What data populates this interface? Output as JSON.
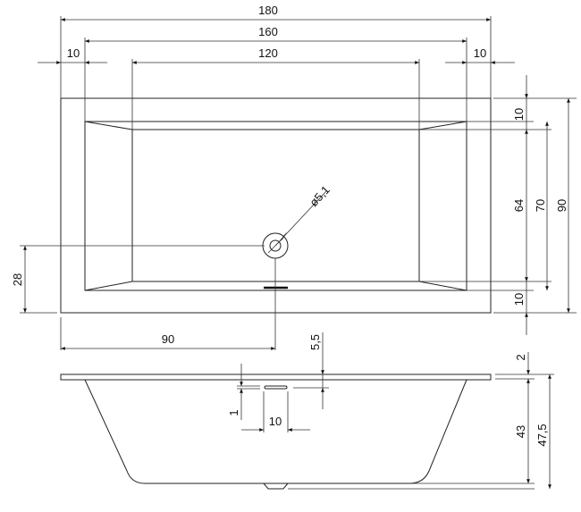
{
  "drawing": {
    "title": "Bathtub dimension drawing",
    "units": "cm",
    "line_color": "#222222",
    "background": "#ffffff"
  },
  "top_view": {
    "dimensions": {
      "overall_length": "180",
      "inner_length": "160",
      "basin_bottom_length": "120",
      "left_rim": "10",
      "right_rim": "10",
      "top_rim": "10",
      "bottom_rim": "10",
      "basin_bottom_width": "64",
      "inner_width": "70",
      "overall_width": "90",
      "drain_diameter": "ø5,1",
      "drain_offset_y": "28",
      "drain_offset_x": "90"
    }
  },
  "side_view": {
    "dimensions": {
      "overflow_depth": "5,5",
      "overflow_height": "1",
      "overflow_width": "10",
      "rim_thickness": "2",
      "basin_depth": "43",
      "total_height": "47,5"
    }
  }
}
